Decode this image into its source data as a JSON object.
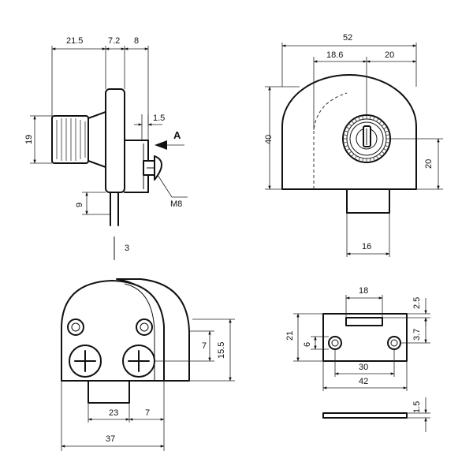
{
  "side_view": {
    "dims": {
      "head_length": "21.5",
      "flange_gap": "7.2",
      "bracket_depth": "8",
      "clearance": "1.5",
      "head_height": "19",
      "stem_offset": "9"
    },
    "labels": {
      "view_marker": "A",
      "thread": "M8",
      "stub_fragment": "3"
    }
  },
  "front_view": {
    "dims": {
      "overall_width": "52",
      "cylinder_offset": "18.6",
      "right_offset": "20",
      "overall_height": "40",
      "cylinder_height": "20",
      "tab_width": "16"
    }
  },
  "rear_view": {
    "dims": {
      "tab_width": "23",
      "edge_offset": "7",
      "overall_width": "37",
      "screw_offset": "7",
      "screw_height": "15.5"
    }
  },
  "bracket_view": {
    "dims": {
      "slot_width": "18",
      "top_margin": "2.5",
      "plate_height": "21",
      "hole_offset": "6",
      "slot_offset": "3.7",
      "hole_spacing": "30",
      "plate_width": "42",
      "plate_thickness": "1.5"
    }
  }
}
